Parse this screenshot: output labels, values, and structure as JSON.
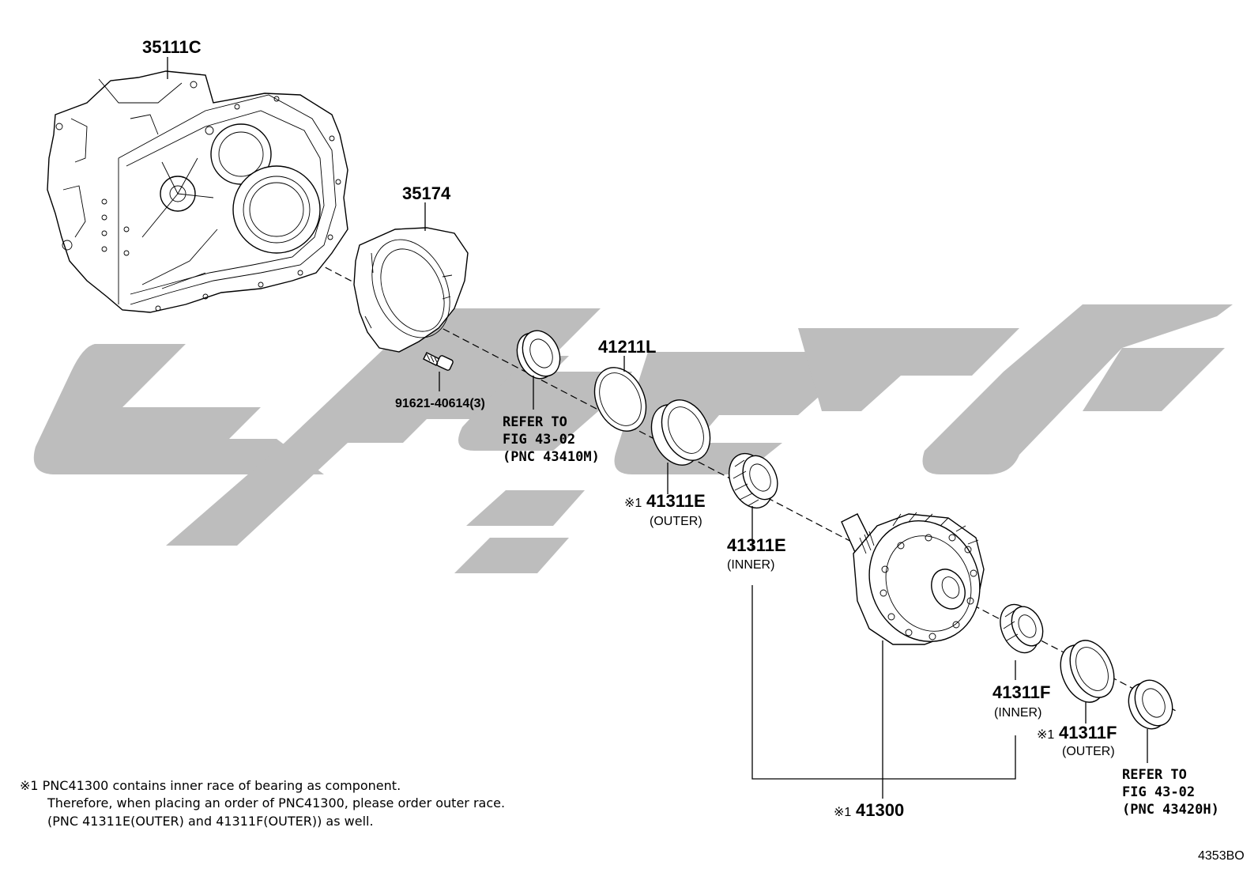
{
  "labels": {
    "housing": "35111C",
    "shim_plate": "35174",
    "bolt": "91621-40614(3)",
    "oil_seal_left_ref": [
      "REFER TO",
      "FIG 43-02",
      "(PNC 43410M)"
    ],
    "ring": "41211L",
    "outer_race_e": {
      "prefix": "※1",
      "pn": "41311E",
      "sub": "(OUTER)"
    },
    "inner_race_e": {
      "pn": "41311E",
      "sub": "(INNER)"
    },
    "inner_race_f": {
      "pn": "41311F",
      "sub": "(INNER)"
    },
    "outer_race_f": {
      "prefix": "※1",
      "pn": "41311F",
      "sub": "(OUTER)"
    },
    "oil_seal_right_ref": [
      "REFER TO",
      "FIG 43-02",
      "(PNC 43420H)"
    ],
    "differential": {
      "prefix": "※1",
      "pn": "41300"
    }
  },
  "note": [
    "※1 PNC41300 contains inner race of bearing as component.",
    "Therefore, when placing an order of PNC41300, please order outer race.",
    "(PNC 41311E(OUTER) and 41311F(OUTER)) as well."
  ],
  "figure_code": "4353BO",
  "colors": {
    "line": "#000000",
    "watermark": "#bdbdbd",
    "background": "#ffffff"
  }
}
